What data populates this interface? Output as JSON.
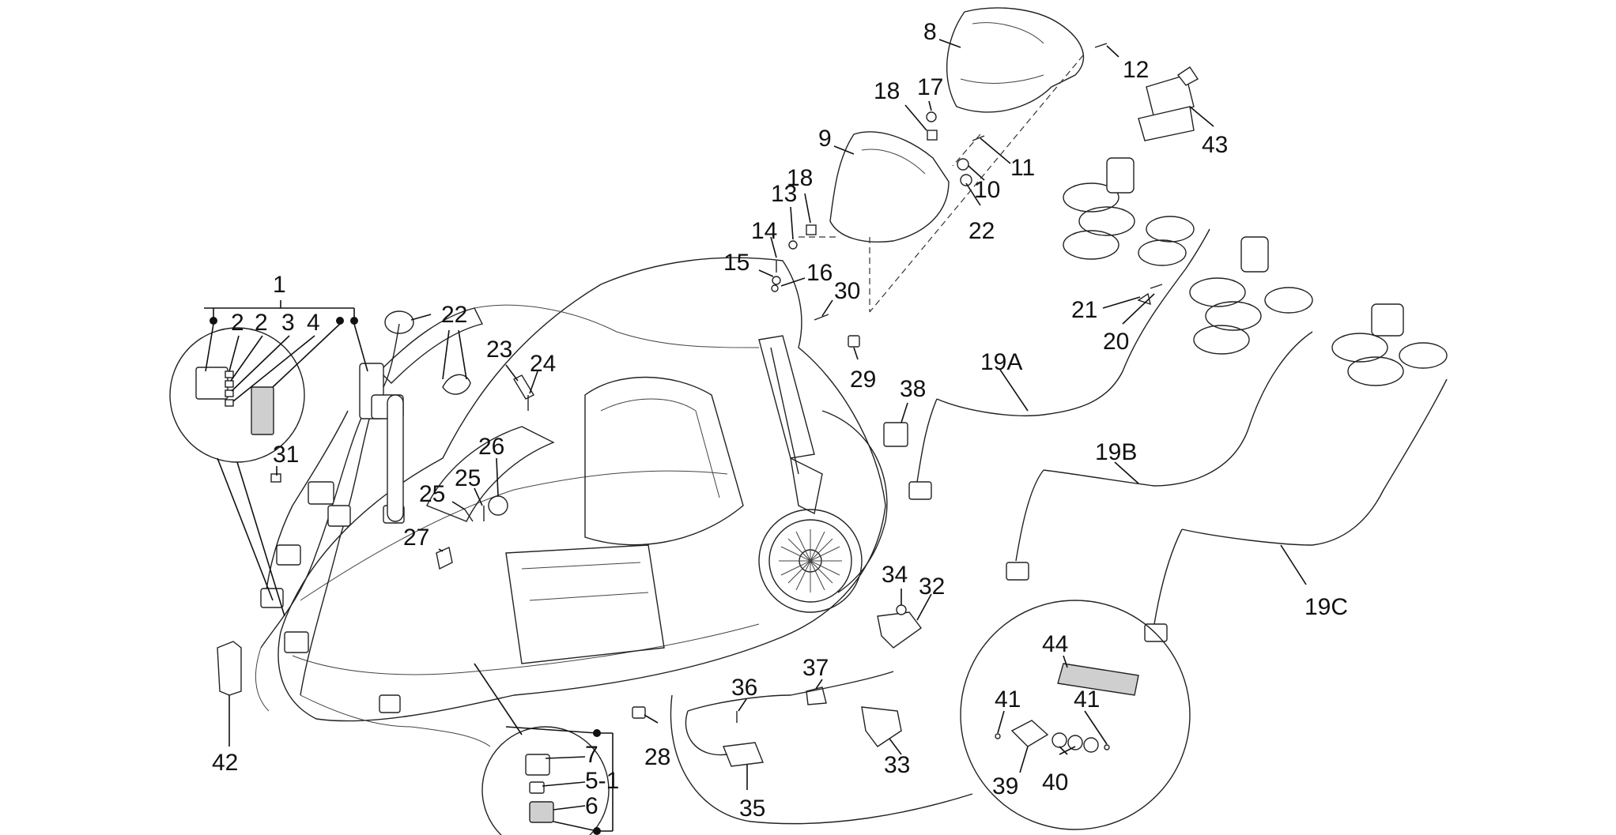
{
  "labels": [
    {
      "id": "1",
      "text": "1"
    },
    {
      "id": "2a",
      "text": "2"
    },
    {
      "id": "2b",
      "text": "2"
    },
    {
      "id": "3",
      "text": "3"
    },
    {
      "id": "4",
      "text": "4"
    },
    {
      "id": "5",
      "text": "5-1"
    },
    {
      "id": "6",
      "text": "6"
    },
    {
      "id": "7",
      "text": "7"
    },
    {
      "id": "8",
      "text": "8"
    },
    {
      "id": "9",
      "text": "9"
    },
    {
      "id": "10",
      "text": "10"
    },
    {
      "id": "11",
      "text": "11"
    },
    {
      "id": "12",
      "text": "12"
    },
    {
      "id": "13",
      "text": "13"
    },
    {
      "id": "14",
      "text": "14"
    },
    {
      "id": "15",
      "text": "15"
    },
    {
      "id": "16",
      "text": "16"
    },
    {
      "id": "17",
      "text": "17"
    },
    {
      "id": "18a",
      "text": "18"
    },
    {
      "id": "18b",
      "text": "18"
    },
    {
      "id": "19A",
      "text": "19A"
    },
    {
      "id": "19B",
      "text": "19B"
    },
    {
      "id": "19C",
      "text": "19C"
    },
    {
      "id": "20",
      "text": "20"
    },
    {
      "id": "21",
      "text": "21"
    },
    {
      "id": "22a",
      "text": "22"
    },
    {
      "id": "22b",
      "text": "22"
    },
    {
      "id": "23",
      "text": "23"
    },
    {
      "id": "24",
      "text": "24"
    },
    {
      "id": "25a",
      "text": "25"
    },
    {
      "id": "25b",
      "text": "25"
    },
    {
      "id": "26",
      "text": "26"
    },
    {
      "id": "27",
      "text": "27"
    },
    {
      "id": "28",
      "text": "28"
    },
    {
      "id": "29",
      "text": "29"
    },
    {
      "id": "30",
      "text": "30"
    },
    {
      "id": "31",
      "text": "31"
    },
    {
      "id": "32",
      "text": "32"
    },
    {
      "id": "33",
      "text": "33"
    },
    {
      "id": "34",
      "text": "34"
    },
    {
      "id": "35",
      "text": "35"
    },
    {
      "id": "36",
      "text": "36"
    },
    {
      "id": "37",
      "text": "37"
    },
    {
      "id": "38",
      "text": "38"
    },
    {
      "id": "39",
      "text": "39"
    },
    {
      "id": "40",
      "text": "40"
    },
    {
      "id": "41a",
      "text": "41"
    },
    {
      "id": "41b",
      "text": "41"
    },
    {
      "id": "42",
      "text": "42"
    },
    {
      "id": "43",
      "text": "43"
    },
    {
      "id": "44",
      "text": "44"
    }
  ]
}
